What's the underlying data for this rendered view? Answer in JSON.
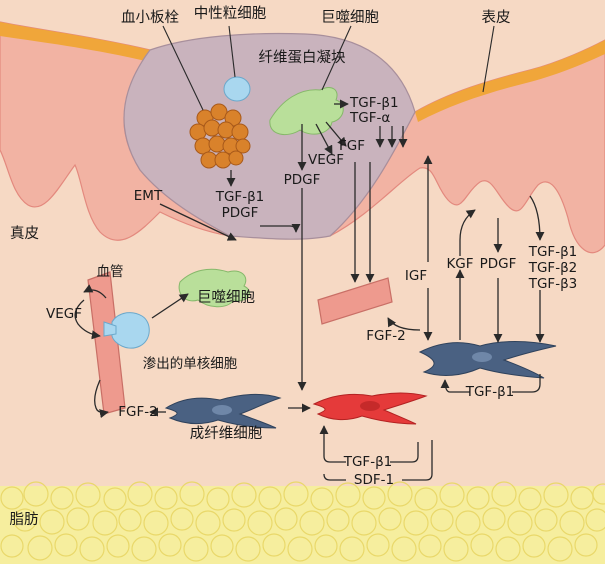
{
  "labels": {
    "platelet": "血小板栓",
    "neutrophil": "中性粒细胞",
    "macrophage_top": "巨噬细胞",
    "epidermis": "表皮",
    "fibrin_clot": "纤维蛋白凝块",
    "dermis": "真皮",
    "emt": "EMT",
    "blood_vessel": "血管",
    "macrophage_mid": "巨噬细胞",
    "monocyte": "渗出的单核细胞",
    "fibroblast": "成纤维细胞",
    "fat": "脂肪"
  },
  "factors": {
    "tgfb1_top": "TGF-β1",
    "tgfa": "TGF-α",
    "fgf_clot": "FGF",
    "vegf_clot": "VEGF",
    "pdgf_clot": "PDGF",
    "tgfb1_platelet": "TGF-β1",
    "pdgf_platelet": "PDGF",
    "igf": "IGF",
    "kgf": "KGF",
    "pdgf_right": "PDGF",
    "tgfb1_right": "TGF-β1",
    "tgfb2_right": "TGF-β2",
    "tgfb3_right": "TGF-β3",
    "fgf2_right": "FGF-2",
    "tgfb1_fibro_right": "TGF-β1",
    "vegf_left": "VEGF",
    "fgf2_left": "FGF-2",
    "tgfb1_bottom": "TGF-β1",
    "sdf1": "SDF-1"
  },
  "colors": {
    "dermis": "#f6d9c4",
    "epidermis": "#f2b3a3",
    "epidermis_edge": "#e3897e",
    "stratum_corneum": "#f0a63a",
    "clot": "#c9b3bd",
    "platelet": "#d9822b",
    "neutrophil": "#a9d7ef",
    "macrophage": "#b9df9a",
    "vessel": "#ee9a8e",
    "fibroblast": "#4a6182",
    "myofibroblast": "#e53a3a",
    "fat": "#f6ee9e"
  }
}
